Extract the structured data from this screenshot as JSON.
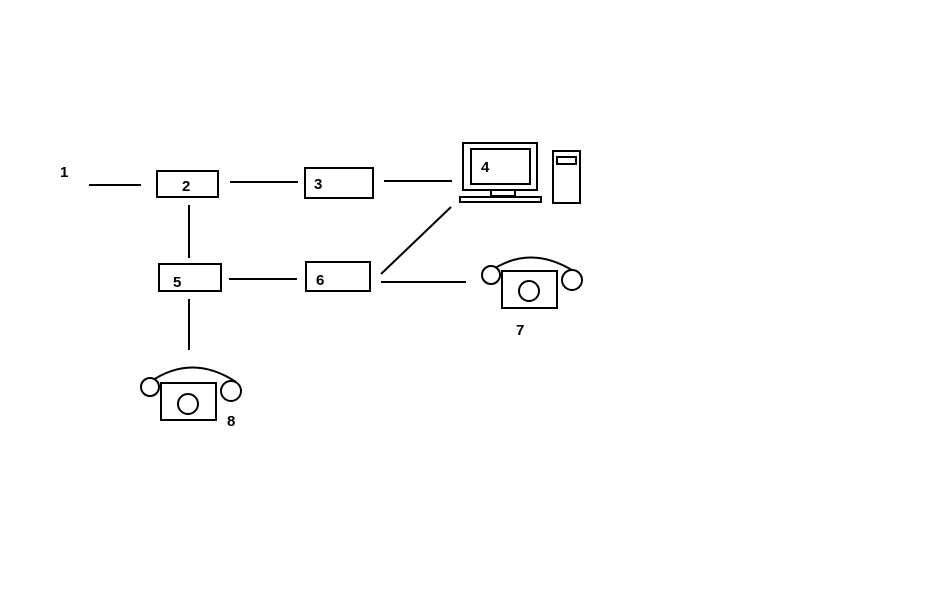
{
  "colors": {
    "stroke": "#000000",
    "background": "#ffffff"
  },
  "labels": {
    "n1": "1",
    "n2": "2",
    "n3": "3",
    "n4": "4",
    "n5": "5",
    "n6": "6",
    "n7": "7",
    "n8": "8"
  },
  "icons": {
    "computer": "computer-icon",
    "telephone_7": "telephone-icon",
    "telephone_8": "telephone-icon"
  }
}
